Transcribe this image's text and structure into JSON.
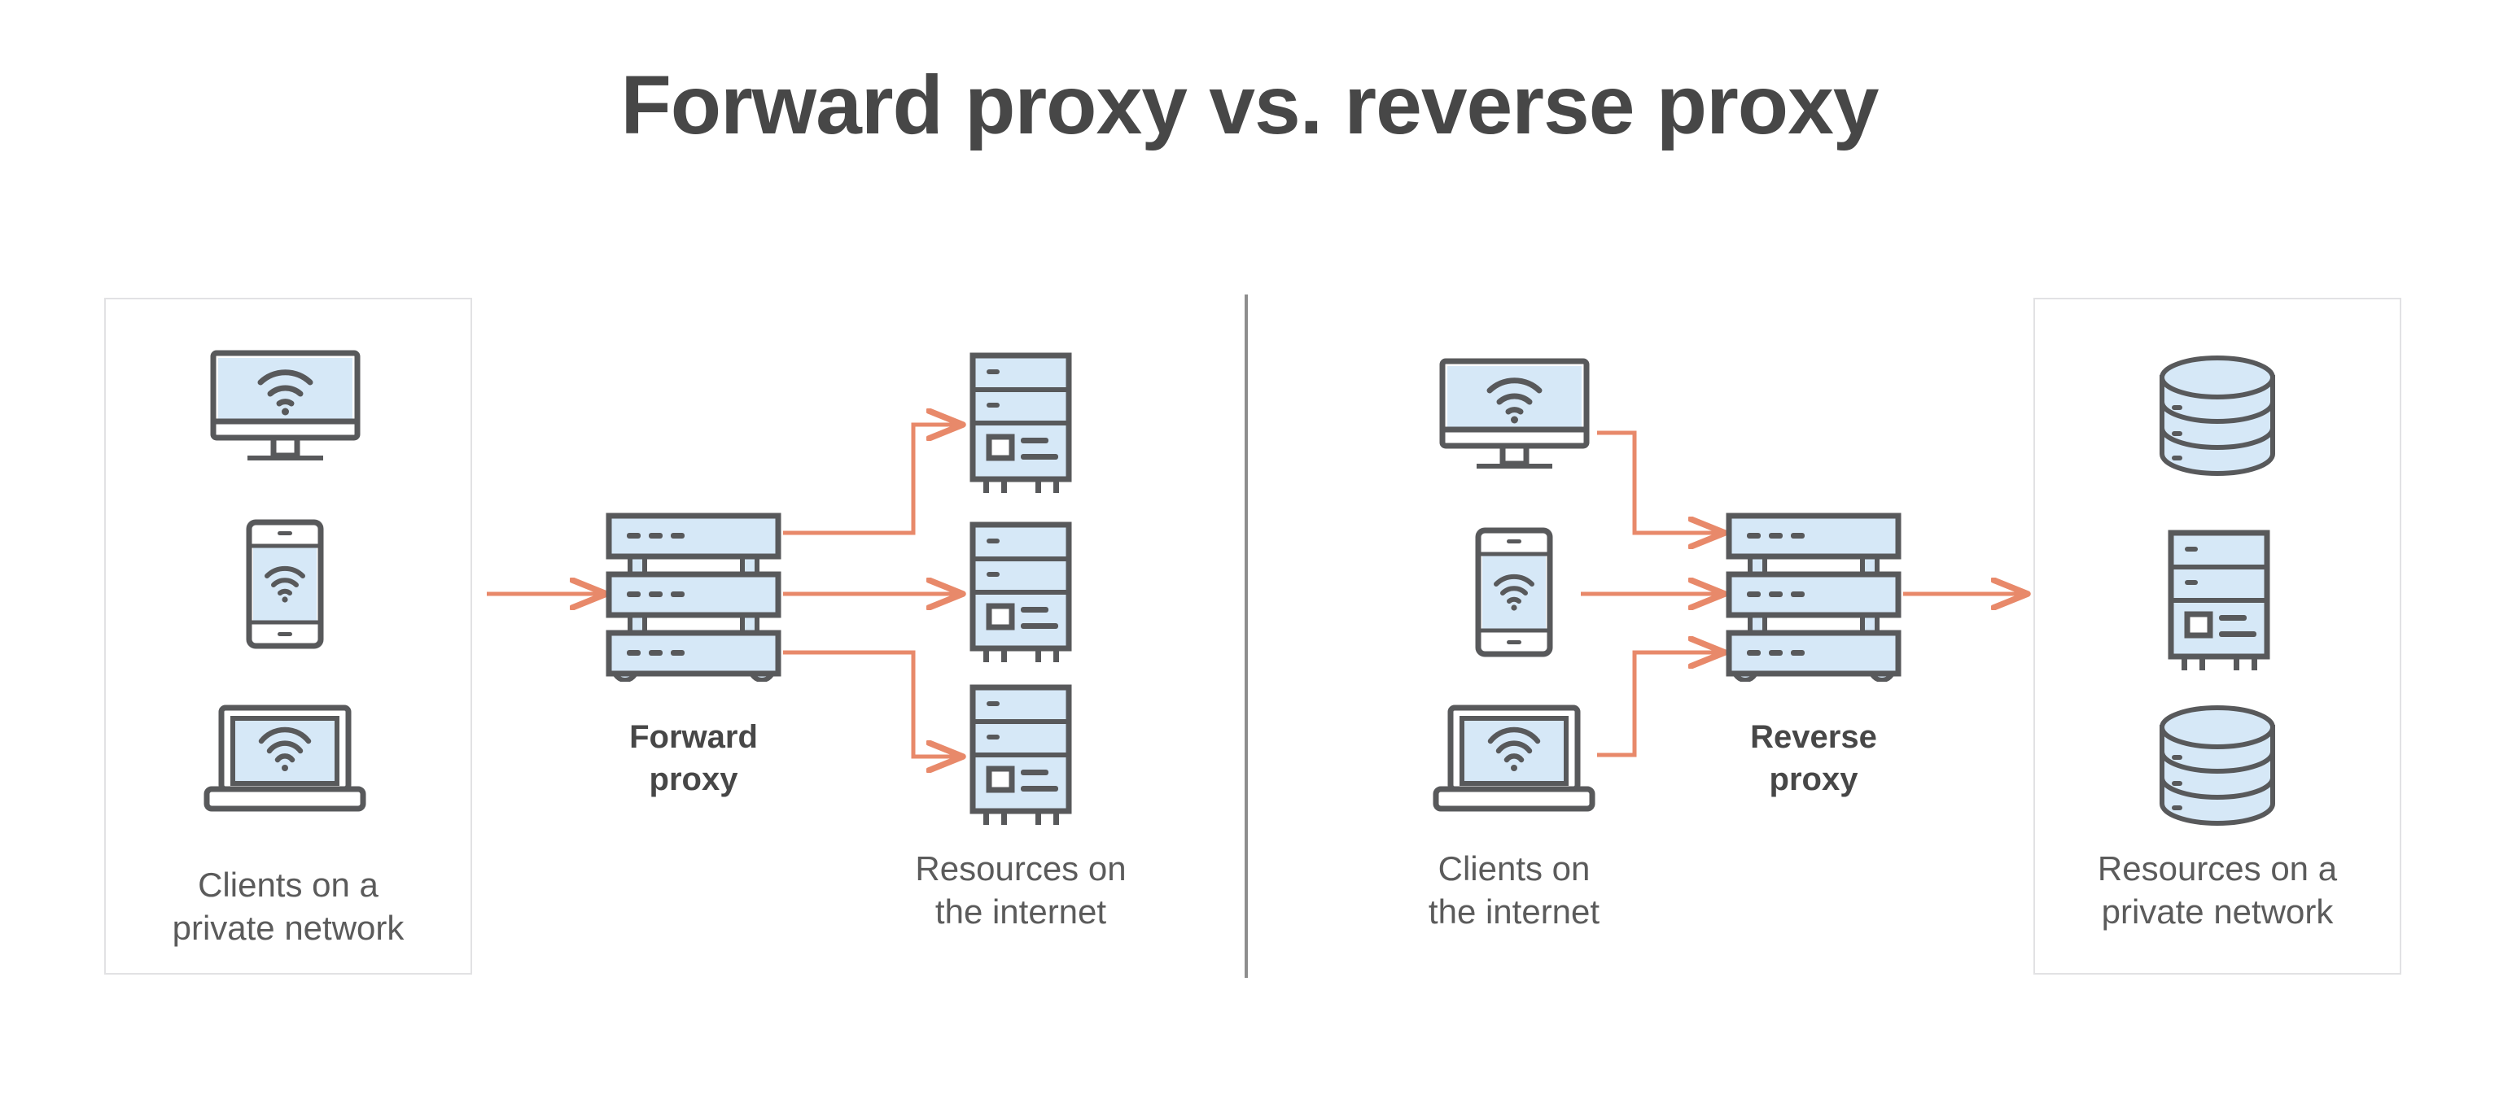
{
  "title": "Forward proxy vs. reverse proxy",
  "colors": {
    "icon_fill": "#d6e8f7",
    "icon_stroke": "#58595b",
    "arrow": "#e8896a",
    "text": "#5b5b5b",
    "title_text": "#474747",
    "panel_border": "#e2e2e4",
    "divider": "#8e8e8e",
    "background": "#ffffff"
  },
  "left_section": {
    "clients_panel": {
      "caption": "Clients on a\nprivate network",
      "devices": [
        {
          "name": "monitor",
          "icon": "desktop-monitor-wifi-icon"
        },
        {
          "name": "phone",
          "icon": "smartphone-wifi-icon"
        },
        {
          "name": "laptop",
          "icon": "laptop-wifi-icon"
        }
      ]
    },
    "proxy": {
      "label": "Forward\nproxy",
      "icon": "server-rack-icon"
    },
    "resources": {
      "caption": "Resources on\nthe internet",
      "items": [
        {
          "name": "server-1",
          "icon": "server-cabinet-icon"
        },
        {
          "name": "server-2",
          "icon": "server-cabinet-icon"
        },
        {
          "name": "server-3",
          "icon": "server-cabinet-icon"
        }
      ]
    },
    "arrows": {
      "inbound_count": 1,
      "outbound_count": 3,
      "direction": "clients-to-proxy-to-resources"
    }
  },
  "right_section": {
    "clients": {
      "caption": "Clients on\nthe internet",
      "devices": [
        {
          "name": "monitor",
          "icon": "desktop-monitor-wifi-icon"
        },
        {
          "name": "phone",
          "icon": "smartphone-wifi-icon"
        },
        {
          "name": "laptop",
          "icon": "laptop-wifi-icon"
        }
      ]
    },
    "proxy": {
      "label": "Reverse\nproxy",
      "icon": "server-rack-icon"
    },
    "resources_panel": {
      "caption": "Resources on a\nprivate network",
      "items": [
        {
          "name": "database-1",
          "icon": "database-cylinder-icon"
        },
        {
          "name": "server",
          "icon": "server-cabinet-icon"
        },
        {
          "name": "database-2",
          "icon": "database-cylinder-icon"
        }
      ]
    },
    "arrows": {
      "inbound_count": 3,
      "outbound_count": 1,
      "direction": "clients-to-proxy-to-resources"
    }
  }
}
